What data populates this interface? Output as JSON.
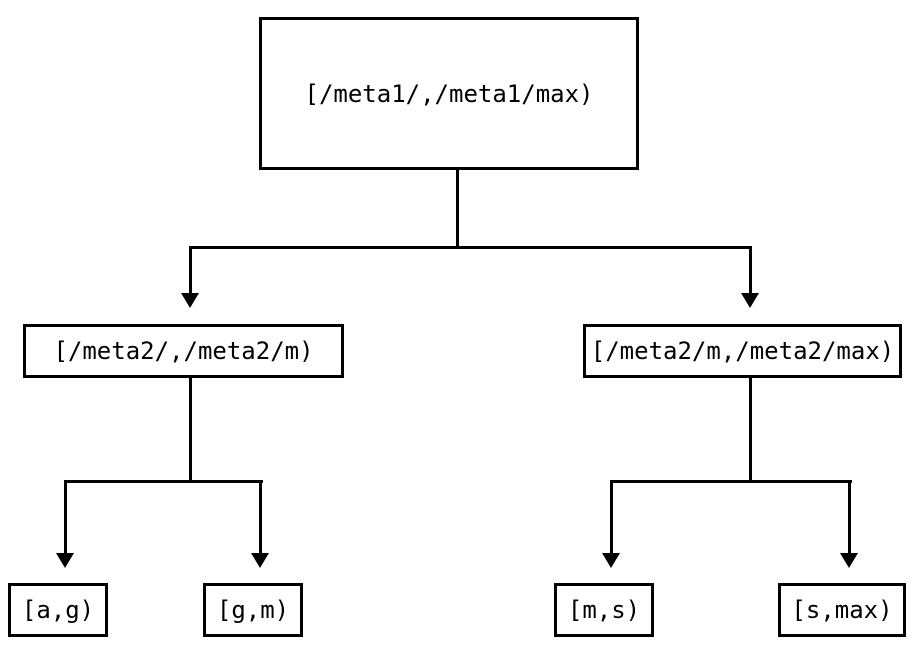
{
  "diagram": {
    "type": "tree",
    "root": {
      "label": "[/meta1/,/meta1/max)"
    },
    "level2": [
      {
        "label": "[/meta2/,/meta2/m)"
      },
      {
        "label": "[/meta2/m,/meta2/max)"
      }
    ],
    "leaves": [
      {
        "label": "[a,g)"
      },
      {
        "label": "[g,m)"
      },
      {
        "label": "[m,s)"
      },
      {
        "label": "[s,max)"
      }
    ],
    "colors": {
      "background": "#ffffff",
      "line": "#000000",
      "text": "#000000"
    }
  }
}
